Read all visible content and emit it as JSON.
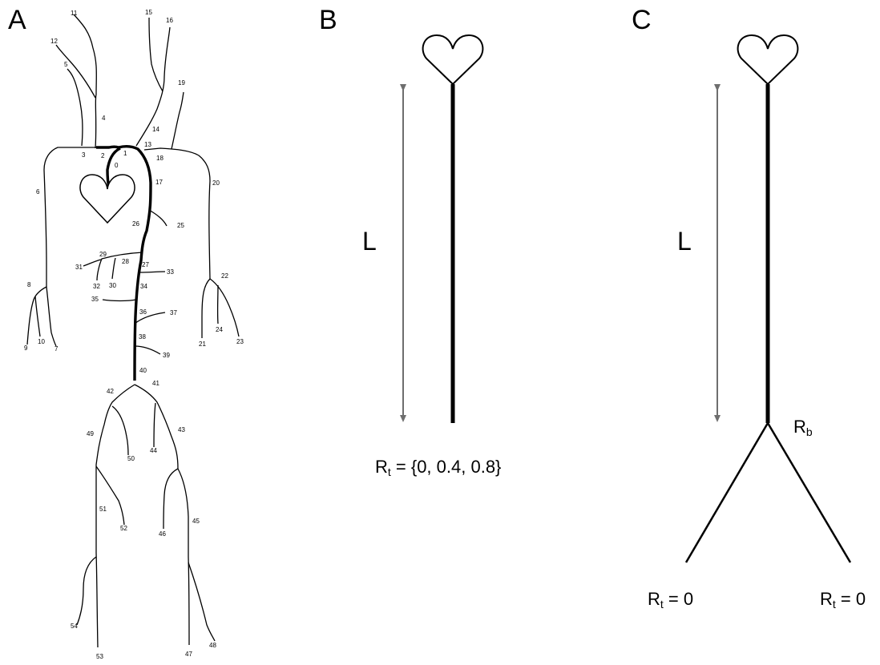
{
  "panels": {
    "a": {
      "letter": "A",
      "segment_numbers": [
        "0",
        "1",
        "2",
        "3",
        "4",
        "5",
        "6",
        "7",
        "8",
        "9",
        "10",
        "11",
        "12",
        "13",
        "14",
        "15",
        "16",
        "17",
        "18",
        "19",
        "20",
        "21",
        "22",
        "23",
        "24",
        "25",
        "26",
        "27",
        "28",
        "29",
        "30",
        "31",
        "32",
        "33",
        "34",
        "35",
        "36",
        "37",
        "38",
        "39",
        "40",
        "41",
        "42",
        "43",
        "44",
        "45",
        "46",
        "47",
        "48",
        "49",
        "50",
        "51",
        "52",
        "53",
        "54"
      ]
    },
    "b": {
      "letter": "B",
      "length_label": "L",
      "rt_label": "R",
      "rt_sub": "t",
      "rt_value": " = {0, 0.4, 0.8}"
    },
    "c": {
      "letter": "C",
      "length_label": "L",
      "rb_label": "R",
      "rb_sub": "b",
      "rt_left_label": "R",
      "rt_left_sub": "t",
      "rt_left_value": " = 0",
      "rt_right_label": "R",
      "rt_right_sub": "t",
      "rt_right_value": " = 0"
    }
  },
  "colors": {
    "vessel": "#000000",
    "arrow": "#6e6e6e"
  }
}
